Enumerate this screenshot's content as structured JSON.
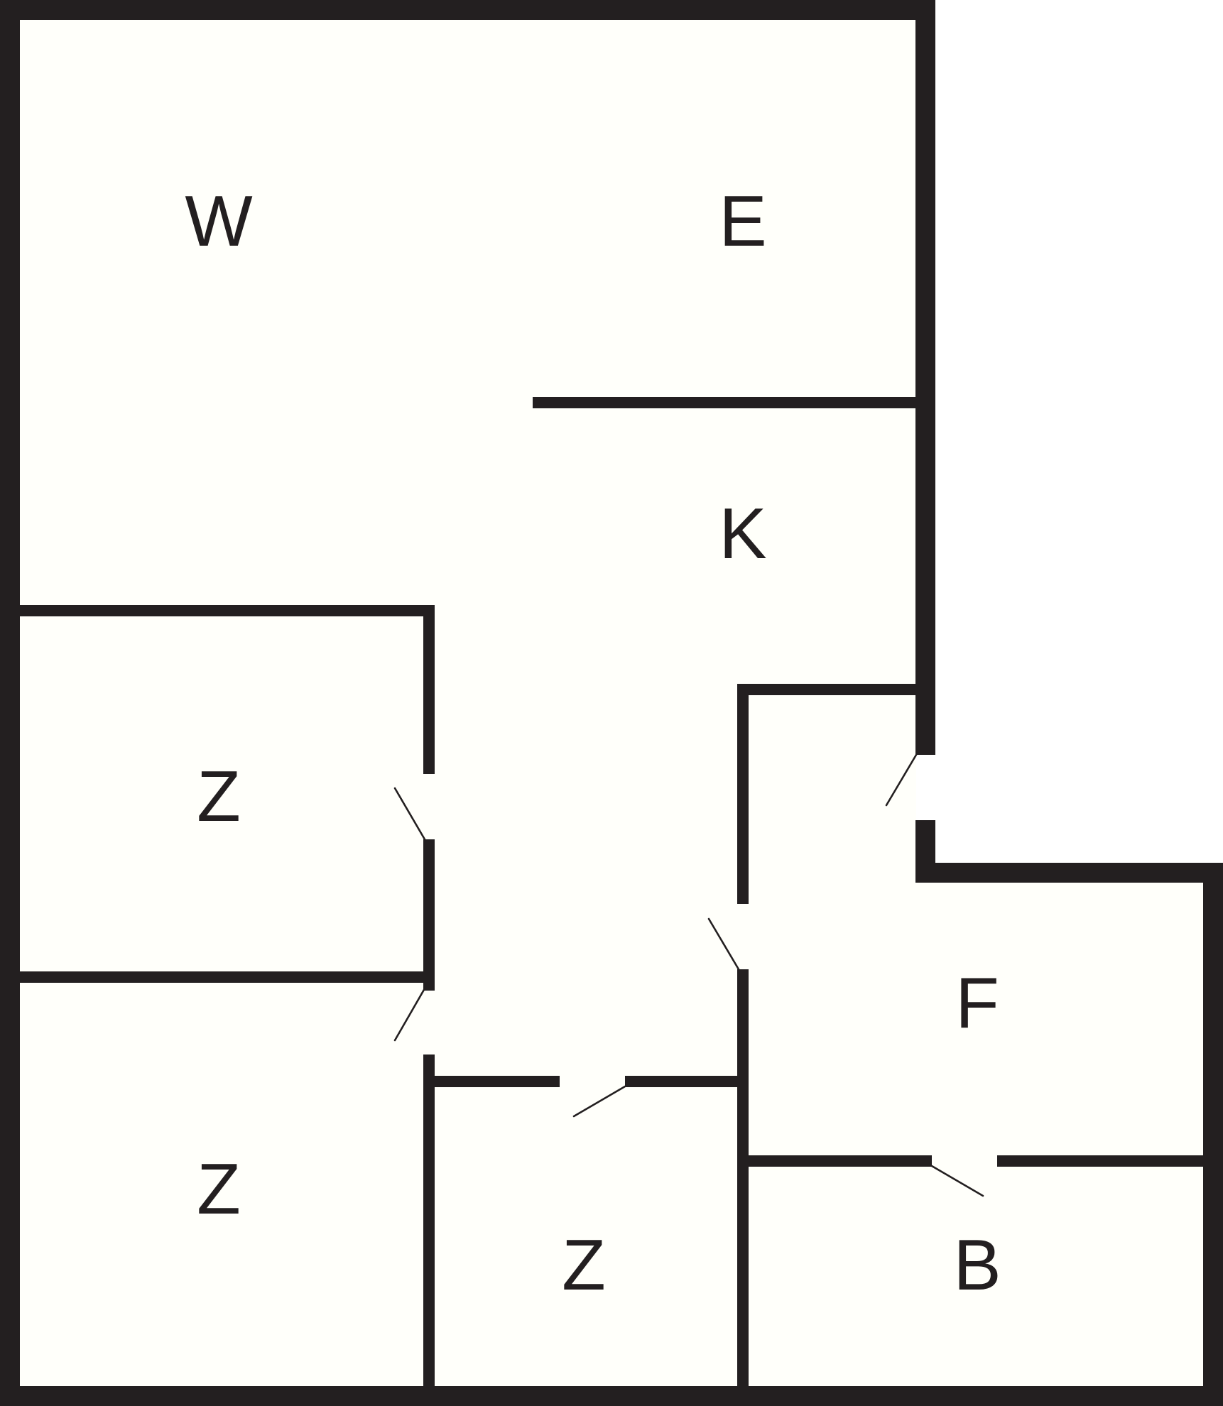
{
  "rooms": [
    {
      "id": "living-room",
      "label": "W"
    },
    {
      "id": "dining-area",
      "label": "E"
    },
    {
      "id": "kitchen",
      "label": "K"
    },
    {
      "id": "bedroom-1",
      "label": "Z"
    },
    {
      "id": "bedroom-2",
      "label": "Z"
    },
    {
      "id": "bedroom-3",
      "label": "Z"
    },
    {
      "id": "hallway",
      "label": "F"
    },
    {
      "id": "bathroom",
      "label": "B"
    }
  ],
  "colors": {
    "wall": "#231f20",
    "floor": "#fffffa",
    "background": "#ffffff"
  }
}
